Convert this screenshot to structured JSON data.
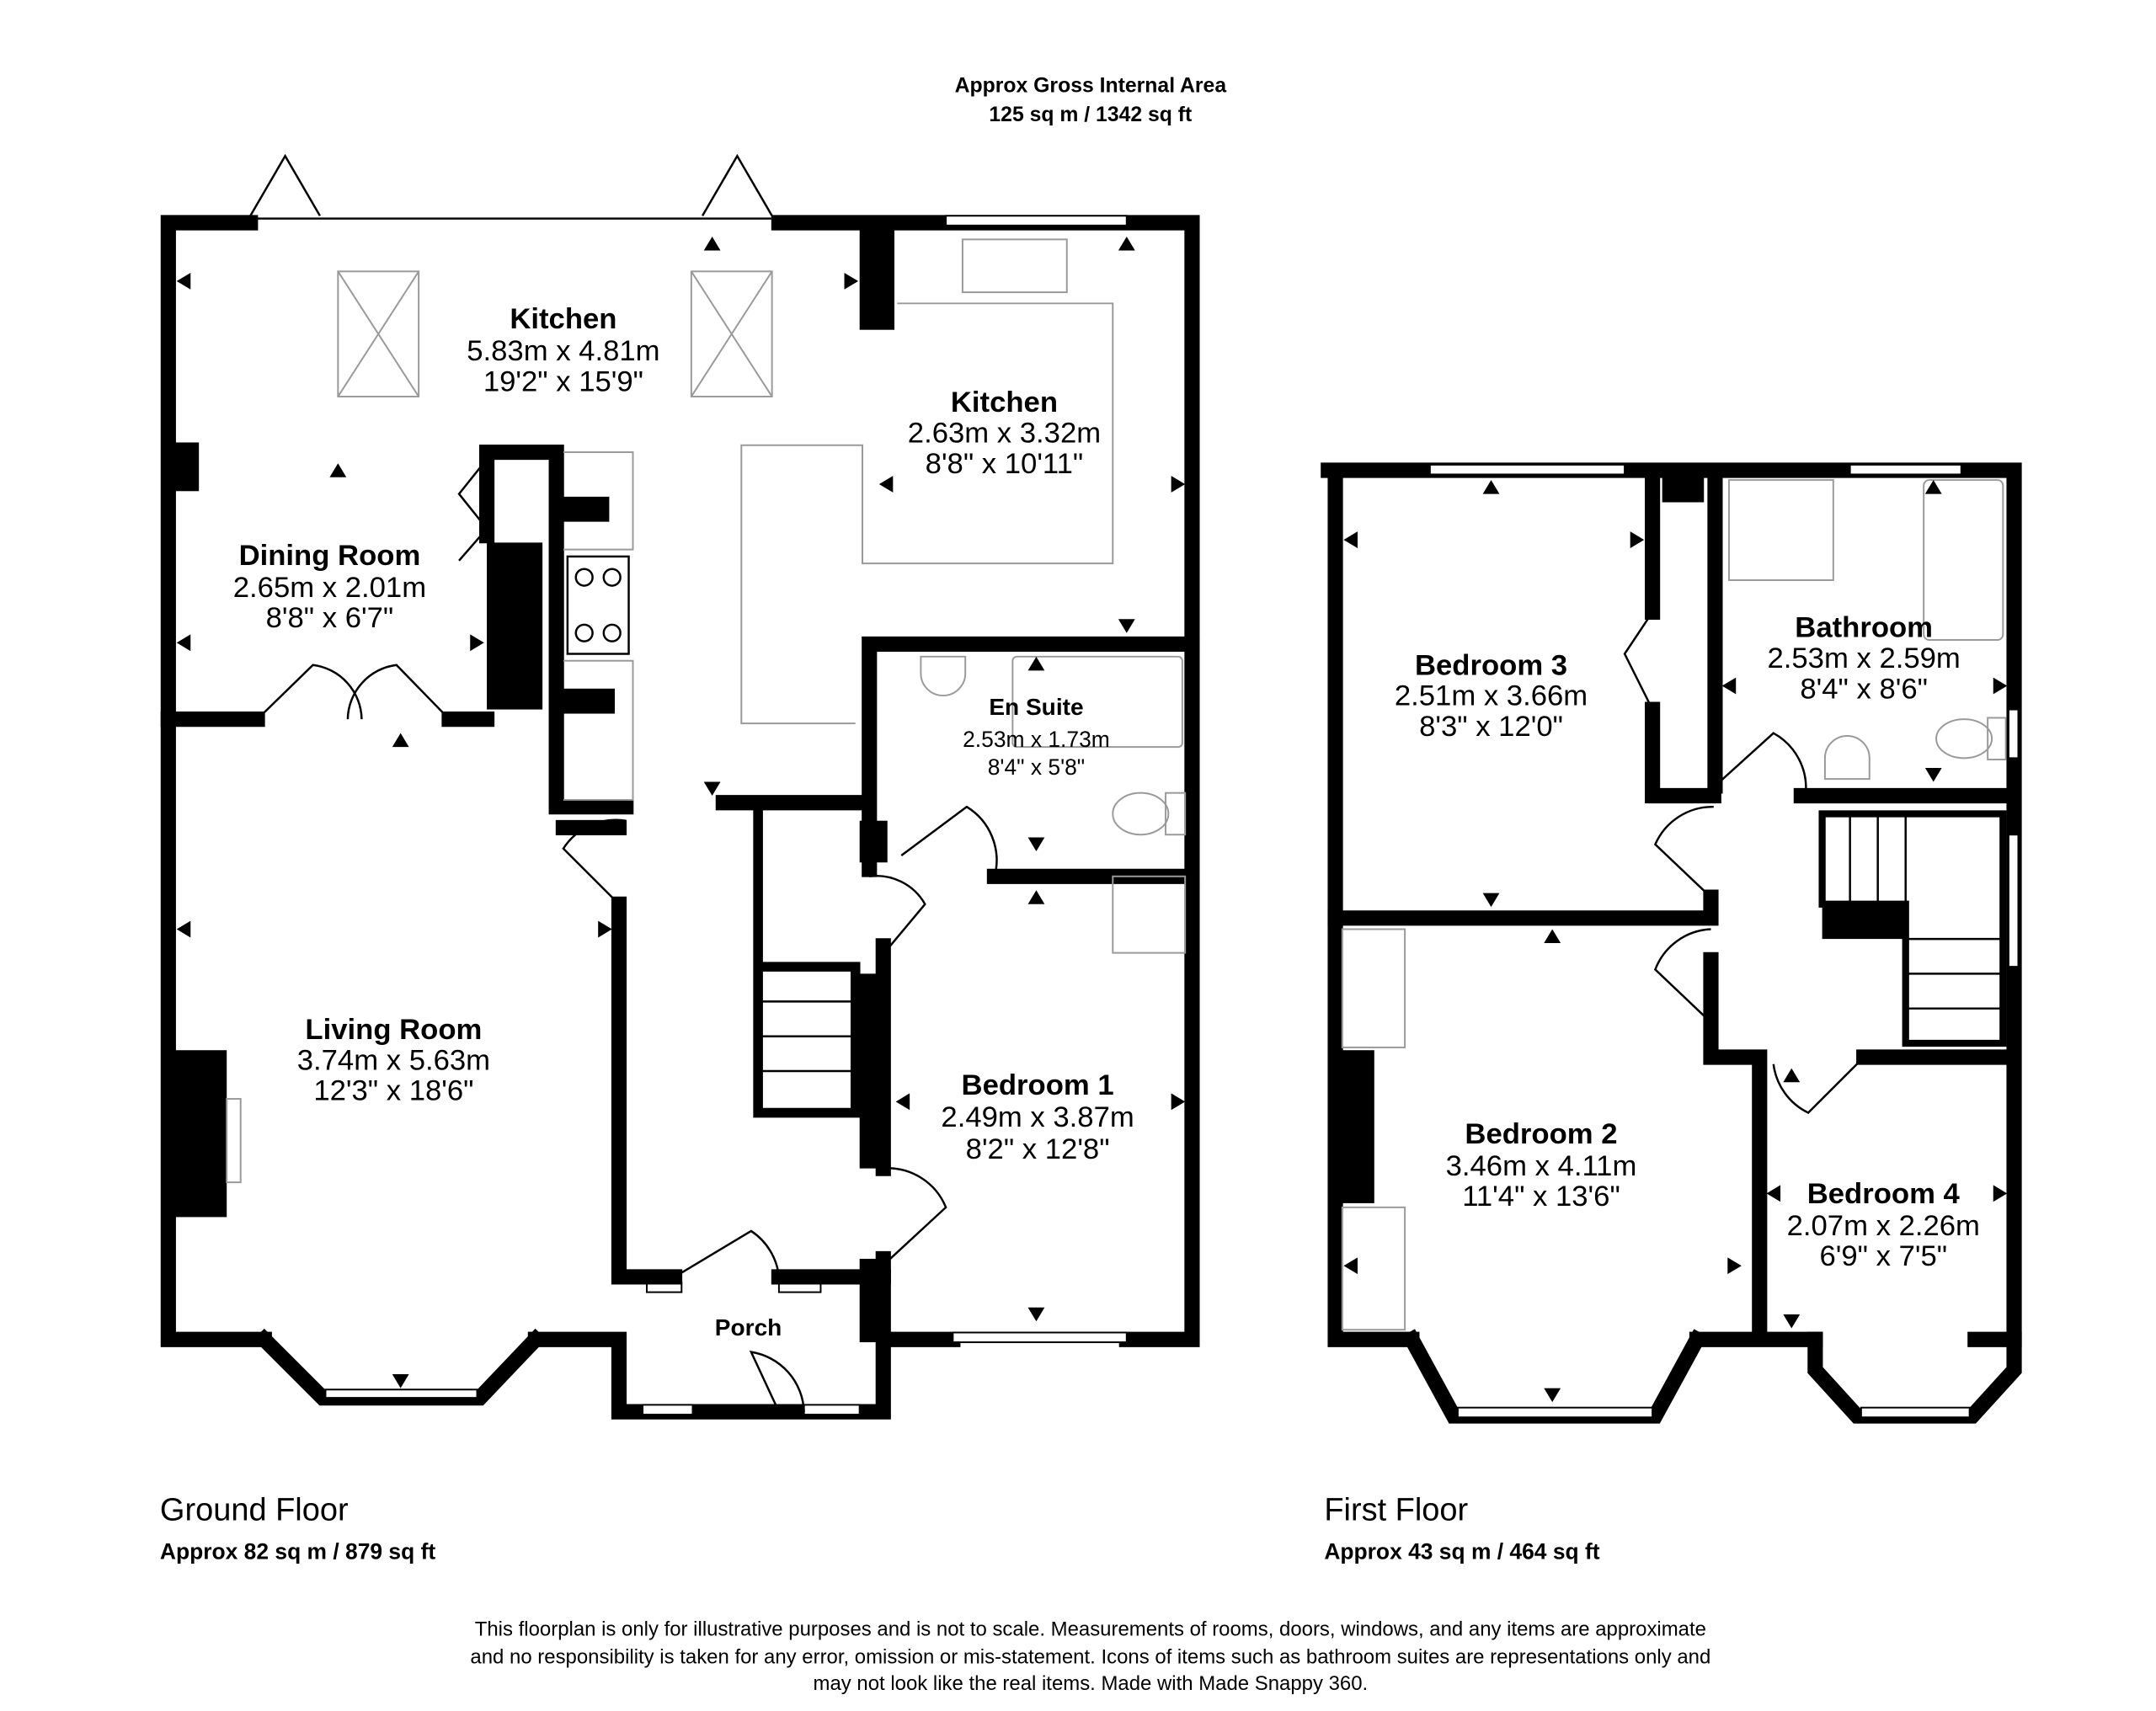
{
  "header": {
    "title": "Approx Gross Internal Area",
    "total_area": "125 sq m / 1342 sq ft"
  },
  "ground_floor": {
    "label": "Ground Floor",
    "area": "Approx 82 sq m / 879 sq ft",
    "rooms": [
      {
        "name": "Kitchen",
        "metric": "5.83m x 4.81m",
        "imperial": "19'2\" x 15'9\""
      },
      {
        "name": "Kitchen",
        "metric": "2.63m x 3.32m",
        "imperial": "8'8\" x 10'11\""
      },
      {
        "name": "Dining Room",
        "metric": "2.65m x 2.01m",
        "imperial": "8'8\" x 6'7\""
      },
      {
        "name": "En Suite",
        "metric": "2.53m x 1.73m",
        "imperial": "8'4\" x 5'8\""
      },
      {
        "name": "Living Room",
        "metric": "3.74m x 5.63m",
        "imperial": "12'3\" x 18'6\""
      },
      {
        "name": "Bedroom 1",
        "metric": "2.49m x 3.87m",
        "imperial": "8'2\" x 12'8\""
      },
      {
        "name": "Porch"
      }
    ]
  },
  "first_floor": {
    "label": "First Floor",
    "area": "Approx 43 sq m / 464 sq ft",
    "rooms": [
      {
        "name": "Bedroom 3",
        "metric": "2.51m x 3.66m",
        "imperial": "8'3\" x 12'0\""
      },
      {
        "name": "Bathroom",
        "metric": "2.53m x 2.59m",
        "imperial": "8'4\" x 8'6\""
      },
      {
        "name": "Bedroom 2",
        "metric": "3.46m x 4.11m",
        "imperial": "11'4\" x 13'6\""
      },
      {
        "name": "Bedroom 4",
        "metric": "2.07m x 2.26m",
        "imperial": "6'9\" x 7'5\""
      }
    ]
  },
  "disclaimer": [
    "This floorplan is only for illustrative purposes and is not to scale. Measurements of rooms, doors, windows, and any items are approximate",
    "and no responsibility is taken for any error, omission or mis-statement. Icons of items such as bathroom suites are representations only and",
    "may not look like the real items. Made with Made Snappy 360."
  ]
}
